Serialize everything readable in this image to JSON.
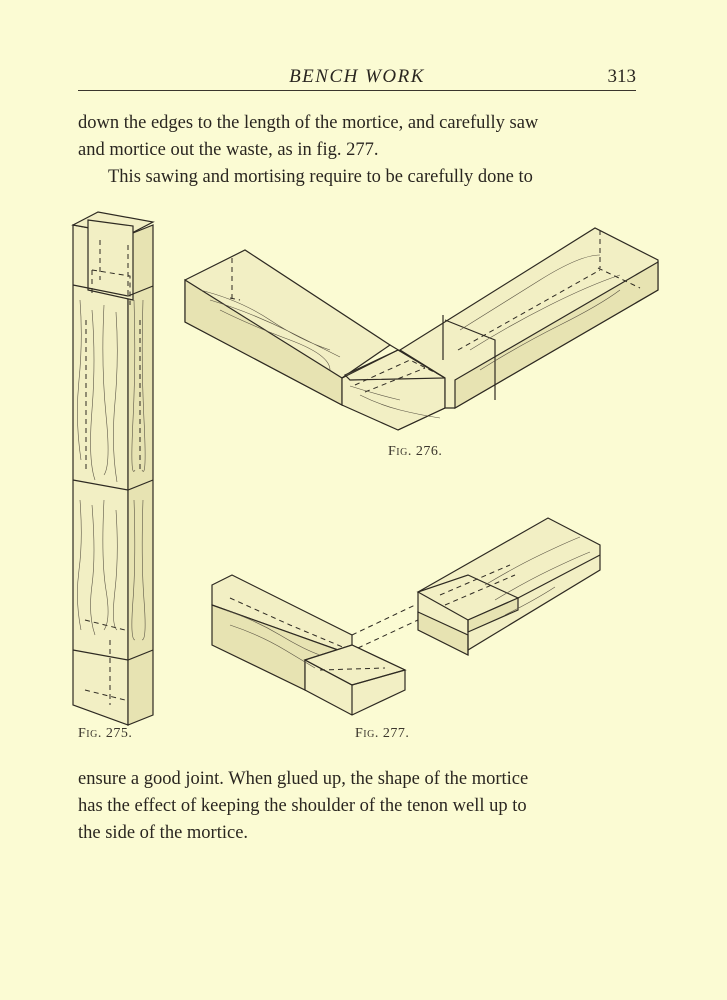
{
  "header": {
    "running_title": "BENCH WORK",
    "page_number": "313"
  },
  "text_top": {
    "lines": [
      "down the edges to the length of the mortice, and carefully saw",
      "and mortice out the waste, as in fig. 277.",
      "This sawing and mortising require to be carefully done to"
    ]
  },
  "figures": {
    "fig275": {
      "caption": "Fig. 275."
    },
    "fig276": {
      "caption": "Fig. 276."
    },
    "fig277": {
      "caption": "Fig. 277."
    }
  },
  "text_bottom": {
    "lines": [
      "ensure a good joint. When glued up, the shape of the mortice",
      "has the effect of keeping the shoulder of the tenon well up to",
      "the side of the mortice."
    ]
  },
  "colors": {
    "paper": "#fbfbd3",
    "ink": "#2a2620"
  }
}
